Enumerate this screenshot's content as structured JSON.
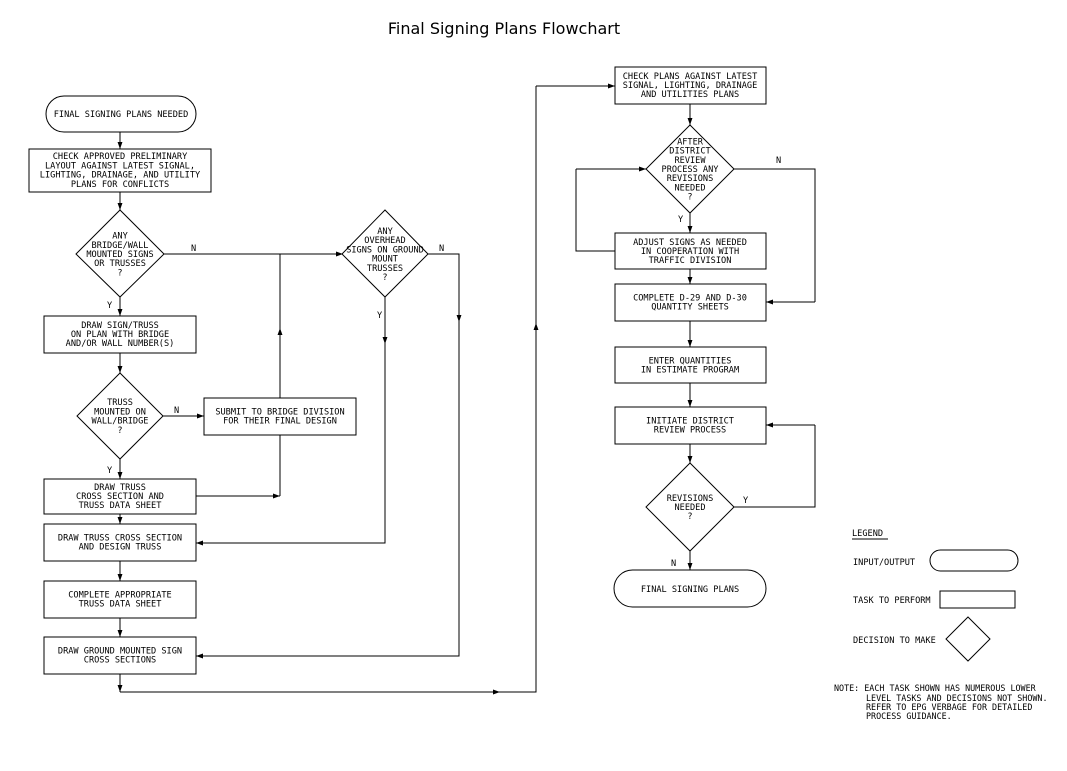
{
  "title": "Final Signing Plans Flowchart",
  "nodes": {
    "start": [
      "FINAL SIGNING PLANS NEEDED"
    ],
    "check_prelim": [
      "CHECK APPROVED PRELIMINARY",
      "LAYOUT AGAINST LATEST SIGNAL,",
      "LIGHTING, DRAINAGE, AND UTILITY",
      "PLANS FOR CONFLICTS"
    ],
    "dec_bridge": [
      "ANY",
      "BRIDGE/WALL",
      "MOUNTED SIGNS",
      "OR TRUSSES",
      "?"
    ],
    "draw_sign": [
      "DRAW SIGN/TRUSS",
      "ON PLAN WITH BRIDGE",
      "AND/OR WALL NUMBER(S)"
    ],
    "dec_truss": [
      "TRUSS",
      "MOUNTED ON",
      "WALL/BRIDGE",
      "?"
    ],
    "submit_bridge": [
      "SUBMIT TO BRIDGE DIVISION",
      "FOR THEIR FINAL DESIGN"
    ],
    "draw_truss_xs": [
      "DRAW TRUSS",
      "CROSS SECTION AND",
      "TRUSS DATA SHEET"
    ],
    "design_truss": [
      "DRAW TRUSS CROSS SECTION",
      "AND DESIGN TRUSS"
    ],
    "complete_sheet": [
      "COMPLETE APPROPRIATE",
      "TRUSS DATA SHEET"
    ],
    "ground_xs": [
      "DRAW GROUND MOUNTED SIGN",
      "CROSS SECTIONS"
    ],
    "dec_overhead": [
      "ANY",
      "OVERHEAD",
      "SIGNS ON GROUND",
      "MOUNT",
      "TRUSSES",
      "?"
    ],
    "check_latest": [
      "CHECK PLANS AGAINST LATEST",
      "SIGNAL, LIGHTING, DRAINAGE",
      "AND UTILITIES PLANS"
    ],
    "dec_district": [
      "AFTER",
      "DISTRICT",
      "REVIEW",
      "PROCESS ANY",
      "REVISIONS",
      "NEEDED",
      "?"
    ],
    "adjust": [
      "ADJUST SIGNS AS NEEDED",
      "IN COOPERATION WITH",
      "TRAFFIC DIVISION"
    ],
    "complete_d29": [
      "COMPLETE D-29 AND D-30",
      "QUANTITY SHEETS"
    ],
    "enter_qty": [
      "ENTER QUANTITIES",
      "IN ESTIMATE PROGRAM"
    ],
    "initiate": [
      "INITIATE DISTRICT",
      "REVIEW PROCESS"
    ],
    "dec_revisions": [
      "REVISIONS",
      "NEEDED",
      "?"
    ],
    "end": [
      "FINAL SIGNING PLANS"
    ]
  },
  "labels": {
    "yes": "Y",
    "no": "N"
  },
  "legend": {
    "title": "LEGEND",
    "input_output": "INPUT/OUTPUT",
    "task": "TASK TO PERFORM",
    "decision": "DECISION TO MAKE"
  },
  "note": [
    "NOTE: EACH TASK SHOWN HAS NUMEROUS LOWER",
    "LEVEL TASKS AND DECISIONS NOT SHOWN.",
    "REFER TO EPG VERBAGE FOR DETAILED",
    "PROCESS GUIDANCE."
  ]
}
